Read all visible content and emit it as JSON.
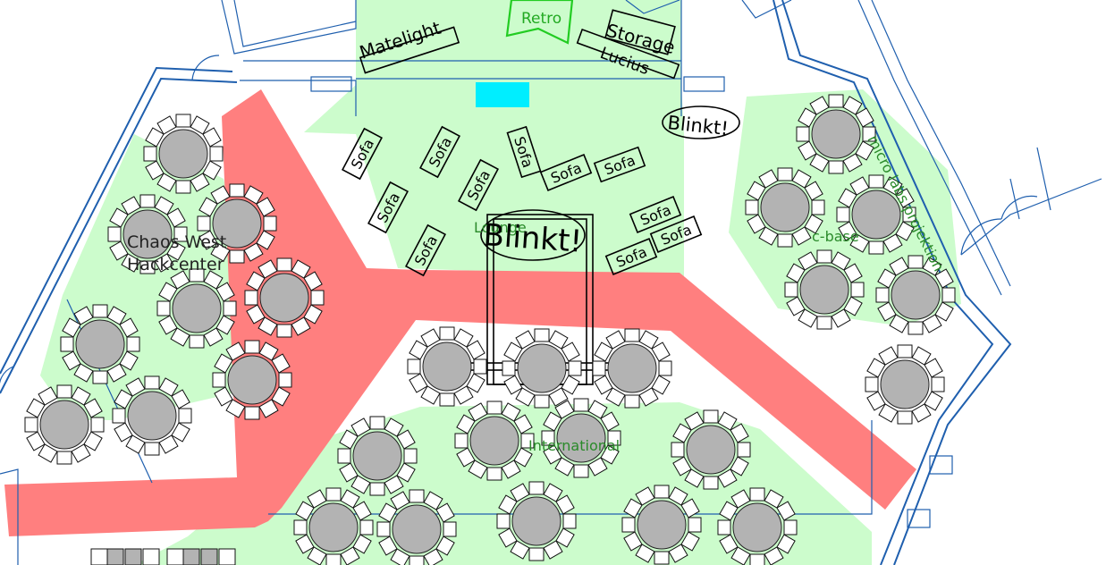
{
  "areas": {
    "hackcenter_line1": "Chaos West",
    "hackcenter_line2": "Hackcenter",
    "lounge": "Lounge",
    "international": "International",
    "cbase": "c-base",
    "micro_labs": "micro labs projektion"
  },
  "booths": {
    "matelight": "Matelight",
    "retro": "Retro",
    "storage": "Storage",
    "lucius": "Lucius",
    "blinkt_small": "Blinkt!",
    "blinkt_large": "Blinkt!",
    "sofa": "Sofa"
  },
  "colors": {
    "zone_green": "#ccfccc",
    "walkway_red": "#ff7f7f",
    "wall_blue": "#1f5fae",
    "table_gray": "#b3b3b3",
    "screen_cyan": "#00eeff",
    "label_green": "#2a8a2a"
  }
}
